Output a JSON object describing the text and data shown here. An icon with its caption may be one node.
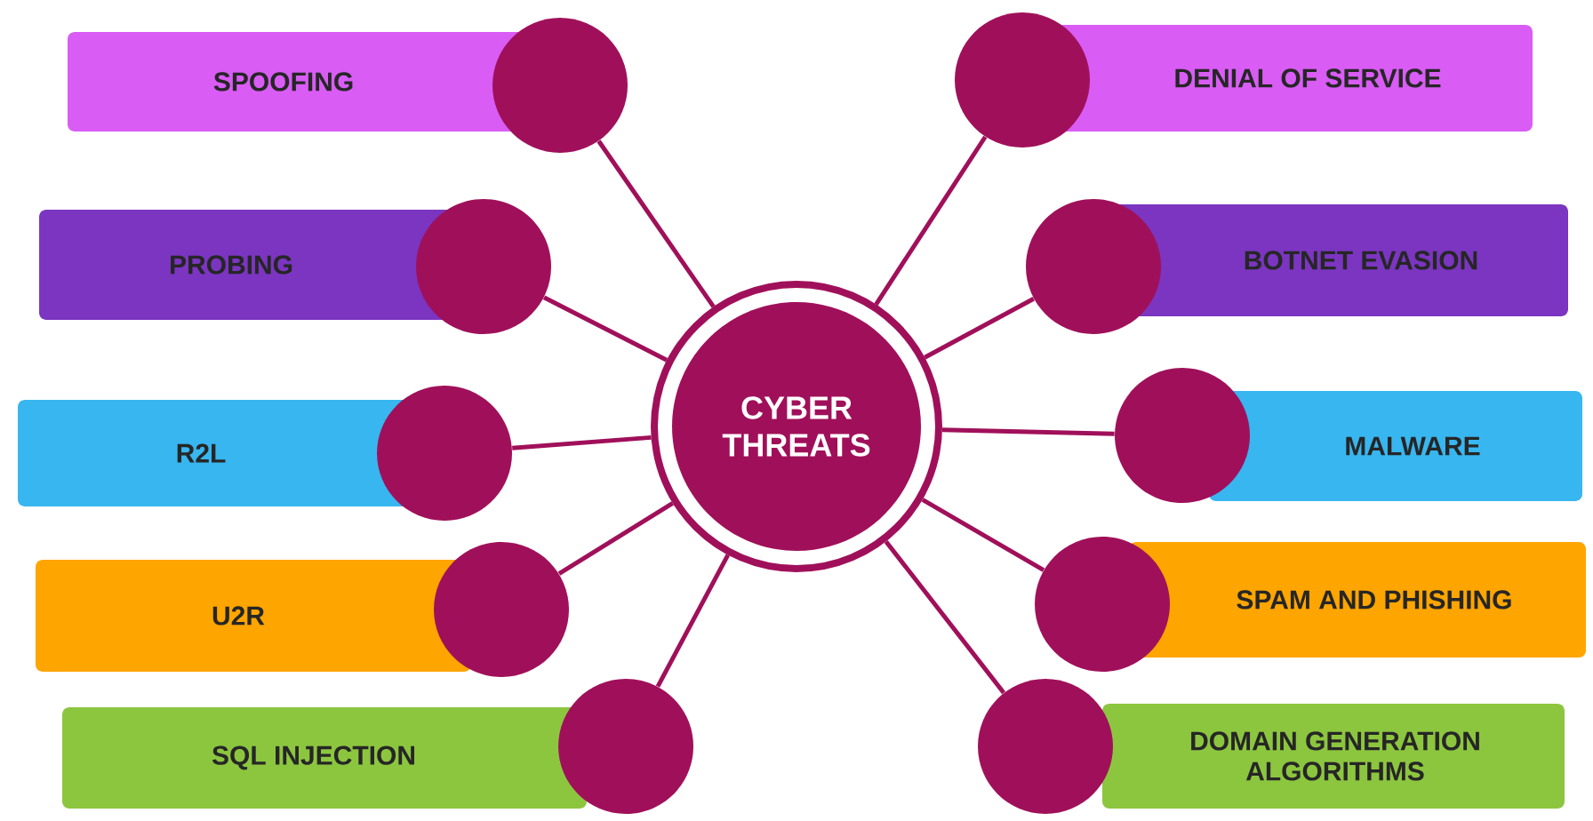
{
  "diagram": {
    "nodes": [
      {
        "text": [
          "CYBER THREATS"
        ]
      },
      {
        "text": [
          "SPOOFING"
        ]
      },
      {
        "text": [
          "PROBING"
        ]
      },
      {
        "text": [
          "R2L"
        ]
      },
      {
        "text": [
          "U2R"
        ]
      },
      {
        "text": [
          "SQL INJECTION"
        ]
      },
      {
        "text": [
          "DENIAL OF SERVICE"
        ]
      },
      {
        "text": [
          "BOTNET EVASION"
        ]
      },
      {
        "text": [
          "MALWARE"
        ]
      },
      {
        "text": [
          "SPAM AND PHISHING"
        ]
      },
      {
        "text": [
          "DOMAIN GENERATION ALGORITHMS"
        ]
      },
      {
        "text": [],
        "shape": "circle"
      },
      {
        "text": [],
        "shape": "circle"
      },
      {
        "text": [],
        "shape": "circle"
      },
      {
        "text": [],
        "shape": "circle"
      },
      {
        "text": [],
        "shape": "circle"
      },
      {
        "text": [],
        "shape": "circle"
      },
      {
        "text": [],
        "shape": "circle"
      },
      {
        "text": [],
        "shape": "circle"
      },
      {
        "text": [],
        "shape": "circle"
      },
      {
        "text": [],
        "shape": "circle"
      }
    ],
    "edges": [
      {
        "from": 0,
        "to": 11,
        "arrow": "none"
      },
      {
        "from": 0,
        "to": 12,
        "arrow": "none"
      },
      {
        "from": 0,
        "to": 13,
        "arrow": "none"
      },
      {
        "from": 0,
        "to": 14,
        "arrow": "none"
      },
      {
        "from": 0,
        "to": 15,
        "arrow": "none"
      },
      {
        "from": 0,
        "to": 16,
        "arrow": "none"
      },
      {
        "from": 0,
        "to": 17,
        "arrow": "none"
      },
      {
        "from": 0,
        "to": 18,
        "arrow": "none"
      },
      {
        "from": 0,
        "to": 19,
        "arrow": "none"
      },
      {
        "from": 0,
        "to": 20,
        "arrow": "none"
      }
    ]
  }
}
